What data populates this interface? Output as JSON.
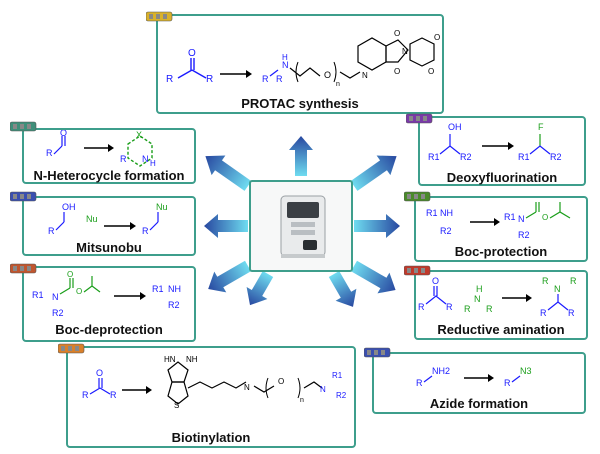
{
  "colors": {
    "panel_border": "#3e9e8c",
    "blue": "#1a1aff",
    "green": "#1a9e1a",
    "arrow_light": "#5fd0e8",
    "arrow_dark": "#2a4fa8"
  },
  "panels": {
    "protac": {
      "caption": "PROTAC synthesis",
      "n_sub": "n",
      "r_left": "R",
      "r_right": "R",
      "o_label": "O",
      "nh_label": "H",
      "n_label": "N",
      "o_chain": "O",
      "nh2": "N"
    },
    "heterocycle": {
      "caption": "N-Heterocycle formation",
      "r": "R",
      "o": "O",
      "x": "X",
      "nh": "N",
      "h": "H"
    },
    "mitsunobu": {
      "caption": "Mitsunobu",
      "r": "R",
      "oh": "OH",
      "nu": "Nu",
      "r2": "R",
      "nu2": "Nu"
    },
    "boc_deprotection": {
      "caption": "Boc-deprotection",
      "r1": "R1",
      "r2": "R2",
      "n": "N",
      "o1": "O",
      "o2": "O",
      "nh": "NH"
    },
    "biotinylation": {
      "caption": "Biotinylation",
      "r": "R",
      "o": "O",
      "n_sub": "n",
      "r1": "R1",
      "r2": "R2"
    },
    "deoxyfluorination": {
      "caption": "Deoxyfluorination",
      "oh": "OH",
      "f": "F",
      "r1": "R1",
      "r2": "R2"
    },
    "boc_protection": {
      "caption": "Boc-protection",
      "nh": "NH",
      "r1": "R1",
      "r2": "R2"
    },
    "reductive_amination": {
      "caption": "Reductive amination",
      "o": "O",
      "r": "R",
      "h": "H",
      "n": "N"
    },
    "azide_formation": {
      "caption": "Azide formation",
      "r": "R",
      "nh2": "NH2",
      "n3": "N3"
    }
  },
  "cartridges": [
    {
      "name": "protac",
      "color": "#d9b12a"
    },
    {
      "name": "heterocycle",
      "color": "#3f8f7a"
    },
    {
      "name": "mitsunobu",
      "color": "#3a4fb0"
    },
    {
      "name": "boc_deprotection",
      "color": "#c0562f"
    },
    {
      "name": "biotinylation",
      "color": "#d9802a"
    },
    {
      "name": "deoxyfluorination",
      "color": "#7a3aa8"
    },
    {
      "name": "boc_protection",
      "color": "#4a8a2a"
    },
    {
      "name": "reductive_amination",
      "color": "#c0392b"
    },
    {
      "name": "azide_formation",
      "color": "#3a4fb0"
    }
  ]
}
